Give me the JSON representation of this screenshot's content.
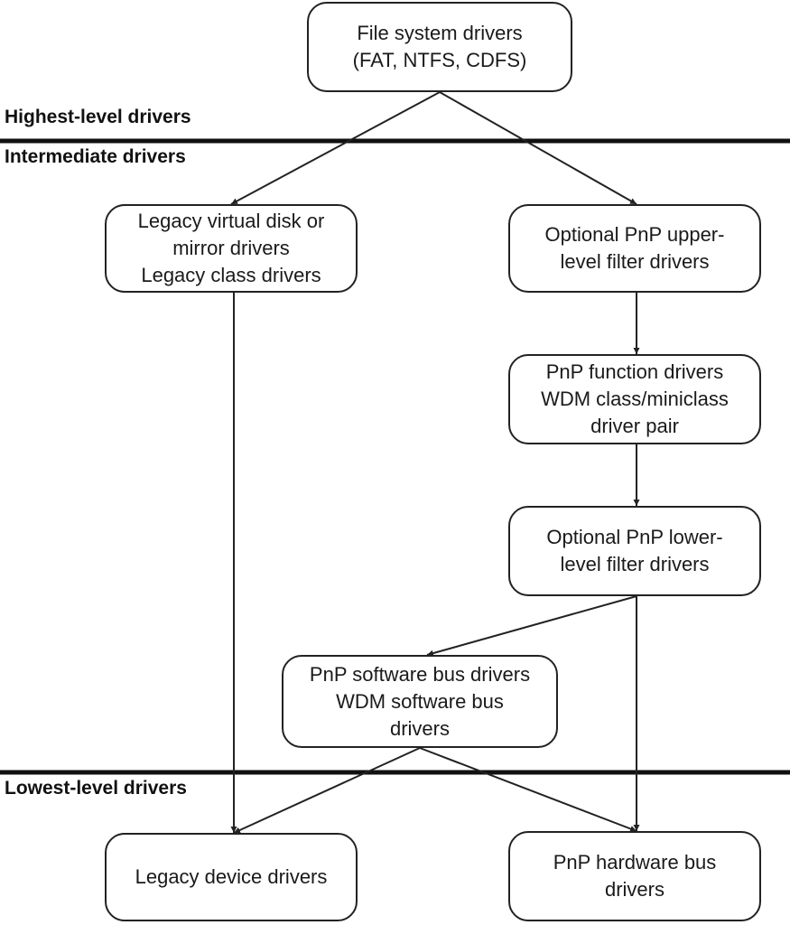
{
  "levels": {
    "highest": "Highest-level drivers",
    "intermediate": "Intermediate drivers",
    "lowest": "Lowest-level drivers"
  },
  "nodes": {
    "fs": [
      "File system drivers",
      "(FAT, NTFS, CDFS)"
    ],
    "legacy_virtual": [
      "Legacy virtual disk or",
      "mirror drivers",
      "Legacy class drivers"
    ],
    "upper_filter": [
      "Optional PnP upper-",
      "level filter drivers"
    ],
    "function": [
      "PnP function drivers",
      "WDM class/miniclass",
      "driver pair"
    ],
    "lower_filter": [
      "Optional PnP lower-",
      "level filter drivers"
    ],
    "software_bus": [
      "PnP software bus drivers",
      "WDM software bus",
      "drivers"
    ],
    "legacy_device": [
      "Legacy device drivers"
    ],
    "hardware_bus": [
      "PnP hardware bus",
      "drivers"
    ]
  },
  "edges": [
    [
      "fs",
      "legacy_virtual"
    ],
    [
      "fs",
      "upper_filter"
    ],
    [
      "legacy_virtual",
      "legacy_device"
    ],
    [
      "upper_filter",
      "function"
    ],
    [
      "function",
      "lower_filter"
    ],
    [
      "lower_filter",
      "software_bus"
    ],
    [
      "lower_filter",
      "hardware_bus"
    ],
    [
      "software_bus",
      "legacy_device"
    ],
    [
      "software_bus",
      "hardware_bus"
    ]
  ],
  "colors": {
    "stroke": "#222222",
    "text": "#1a1a1a",
    "background": "#ffffff"
  }
}
